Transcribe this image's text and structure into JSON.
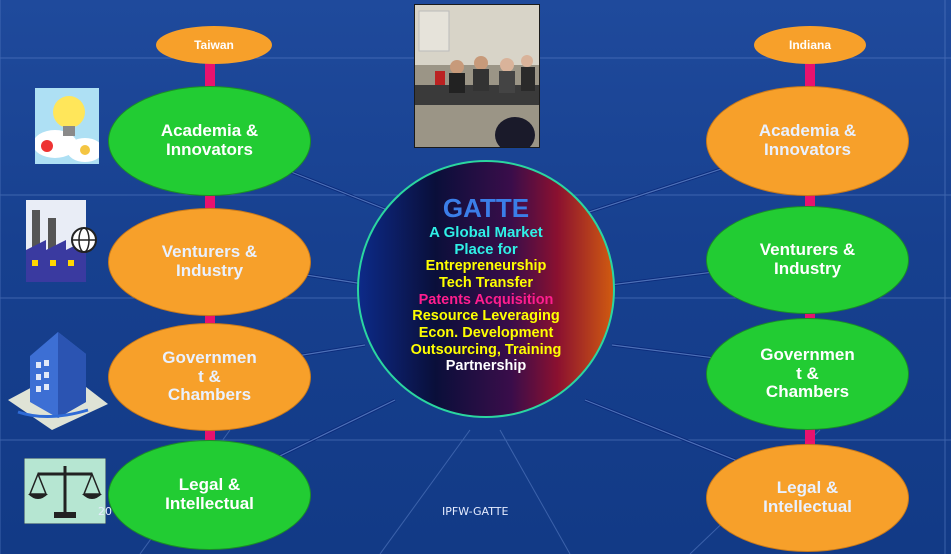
{
  "footer": {
    "center": "IPFW-GATTE",
    "left_fragment": "20"
  },
  "labels": {
    "left": "Taiwan",
    "right": "Indiana"
  },
  "center": {
    "title": "GATTE",
    "subtitle_line1": "A Global Market",
    "subtitle_line2": "Place for",
    "lines": [
      {
        "text": "Entrepreneurship",
        "color": "#ffff00"
      },
      {
        "text": "Tech Transfer",
        "color": "#ffff00"
      },
      {
        "text": "Patents Acquisition",
        "color": "#ff1d8e"
      },
      {
        "text": "Resource Leveraging",
        "color": "#ffff00"
      },
      {
        "text": "Econ. Development",
        "color": "#ffff00"
      },
      {
        "text": "Outsourcing, Training",
        "color": "#ffff00"
      },
      {
        "text": "Partnership",
        "color": "#ffffff"
      }
    ]
  },
  "left_nodes": [
    {
      "text": "Academia &\nInnovators",
      "style": "green"
    },
    {
      "text": "Venturers &\nIndustry",
      "style": "orange"
    },
    {
      "text": "Governmen\nt &\nChambers",
      "style": "orange"
    },
    {
      "text": "Legal &\nIntellectual",
      "style": "green"
    }
  ],
  "right_nodes": [
    {
      "text": "Academia &\nInnovators",
      "style": "orange"
    },
    {
      "text": "Venturers &\nIndustry",
      "style": "green"
    },
    {
      "text": "Governmen\nt &\nChambers",
      "style": "green"
    },
    {
      "text": "Legal &\nIntellectual",
      "style": "orange"
    }
  ],
  "colors": {
    "background": "#17408f",
    "green": "#22cc33",
    "orange": "#f7a02a",
    "connector": "#e8126e"
  },
  "icons": [
    "lightbulb-balloon-icon",
    "factory-globe-icon",
    "office-buildings-icon",
    "scales-of-justice-icon"
  ]
}
